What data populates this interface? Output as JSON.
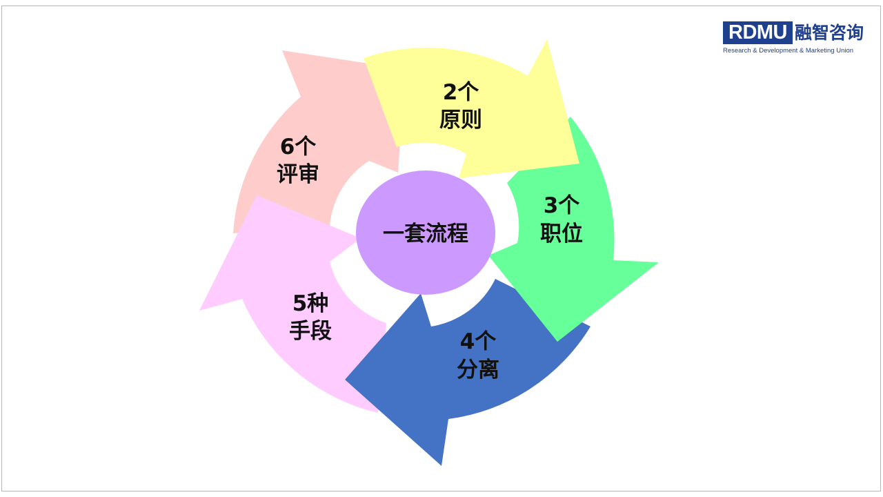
{
  "diagram": {
    "center_label": "一套流程",
    "segments": [
      {
        "line1": "2个",
        "line2": "原则",
        "color": "#ffff99"
      },
      {
        "line1": "3个",
        "line2": "职位",
        "color": "#66ff99"
      },
      {
        "line1": "4个",
        "line2": "分离",
        "color": "#4472c4"
      },
      {
        "line1": "5种",
        "line2": "手段",
        "color": "#ffccff"
      },
      {
        "line1": "6个",
        "line2": "评审",
        "color": "#ffcccc"
      }
    ],
    "center_color": "#cc99ff"
  },
  "logo": {
    "brand": "RDMU",
    "chinese": "融智咨询",
    "tagline": "Research & Development & Marketing Union"
  }
}
